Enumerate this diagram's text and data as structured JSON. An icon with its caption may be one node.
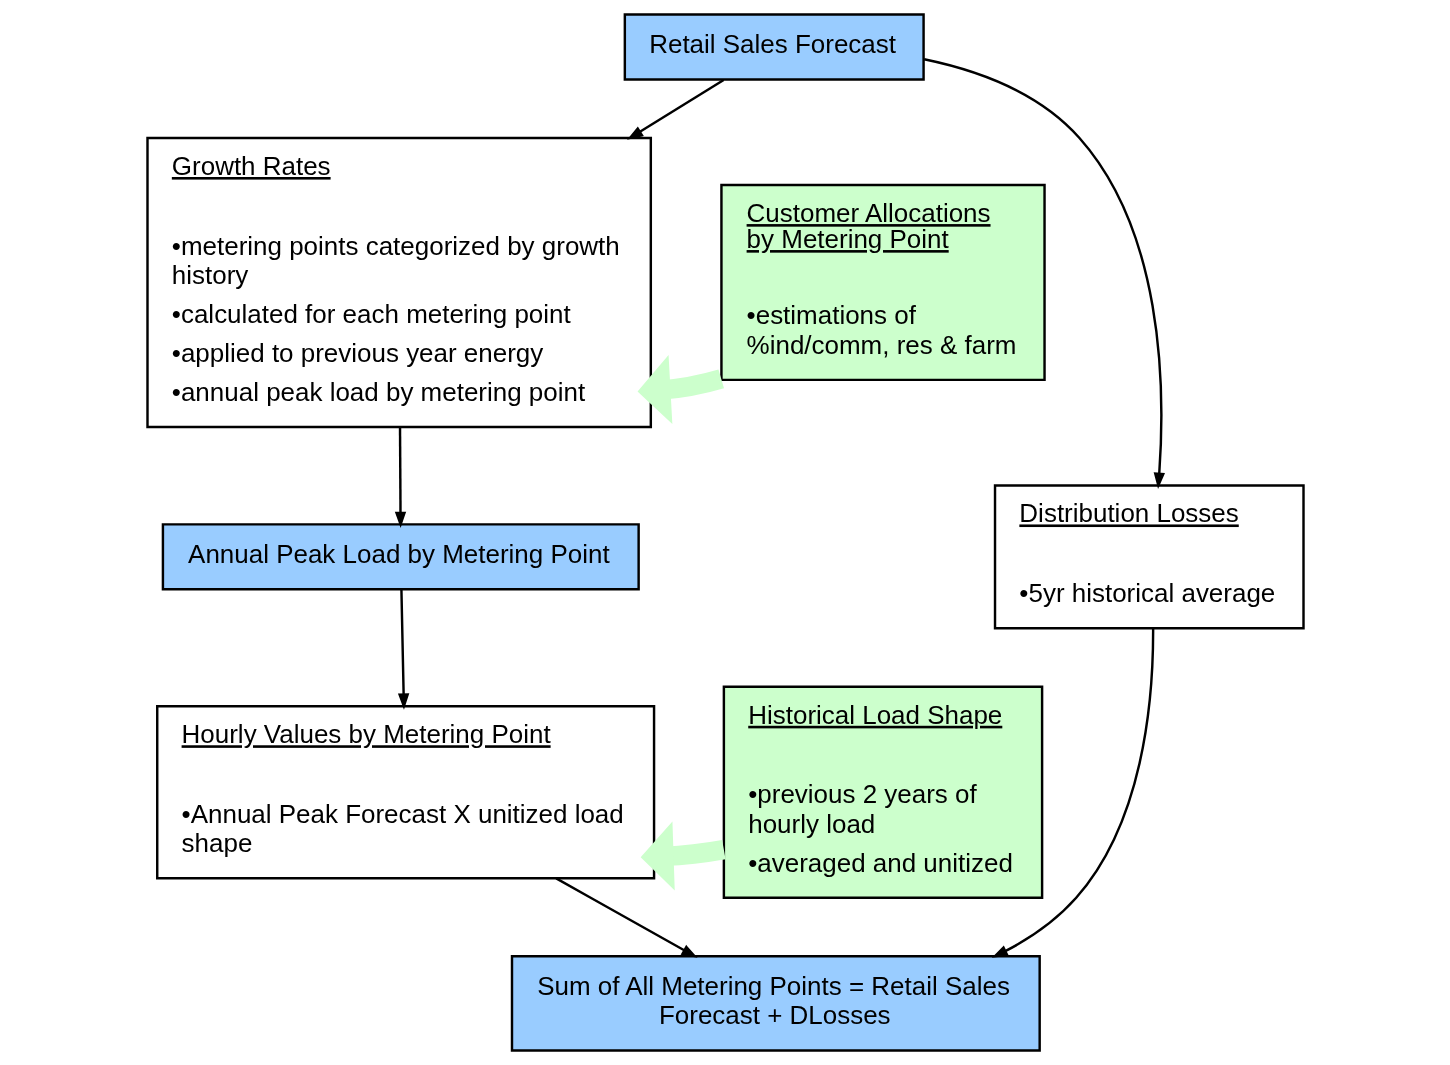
{
  "diagram": {
    "nodes": [
      {
        "text": [
          "Retail Sales Forecast"
        ]
      },
      {
        "text": [
          "Growth Rates",
          "•metering points categorized by growth history",
          "•calculated for each metering point",
          "•applied to previous year energy",
          "•annual peak load by metering point"
        ]
      },
      {
        "text": [
          "Customer Allocations by Metering Point",
          "•estimations of %ind/comm, res & farm"
        ]
      },
      {
        "text": [
          "Distribution Losses",
          "•5yr historical average"
        ]
      },
      {
        "text": [
          "Annual Peak Load by Metering Point"
        ]
      },
      {
        "text": [
          "Historical Load Shape",
          "•previous 2 years of hourly load",
          "•averaged and unitized"
        ]
      },
      {
        "text": [
          "Hourly Values by Metering Point",
          "•Annual Peak Forecast X unitized load shape"
        ]
      },
      {
        "text": [
          "Sum of All Metering Points = Retail Sales Forecast + DLosses"
        ]
      }
    ],
    "edges": [
      {
        "from": 0,
        "to": 1,
        "arrow": "to"
      },
      {
        "from": 0,
        "to": 3,
        "arrow": "to"
      },
      {
        "from": 2,
        "to": 1,
        "arrow": "to",
        "style": "thick",
        "color": "#ccffcc"
      },
      {
        "from": 1,
        "to": 4,
        "arrow": "to"
      },
      {
        "from": 4,
        "to": 6,
        "arrow": "to"
      },
      {
        "from": 5,
        "to": 6,
        "arrow": "to",
        "style": "thick",
        "color": "#ccffcc"
      },
      {
        "from": 6,
        "to": 7,
        "arrow": "to"
      },
      {
        "from": 3,
        "to": 7,
        "arrow": "to"
      }
    ]
  }
}
